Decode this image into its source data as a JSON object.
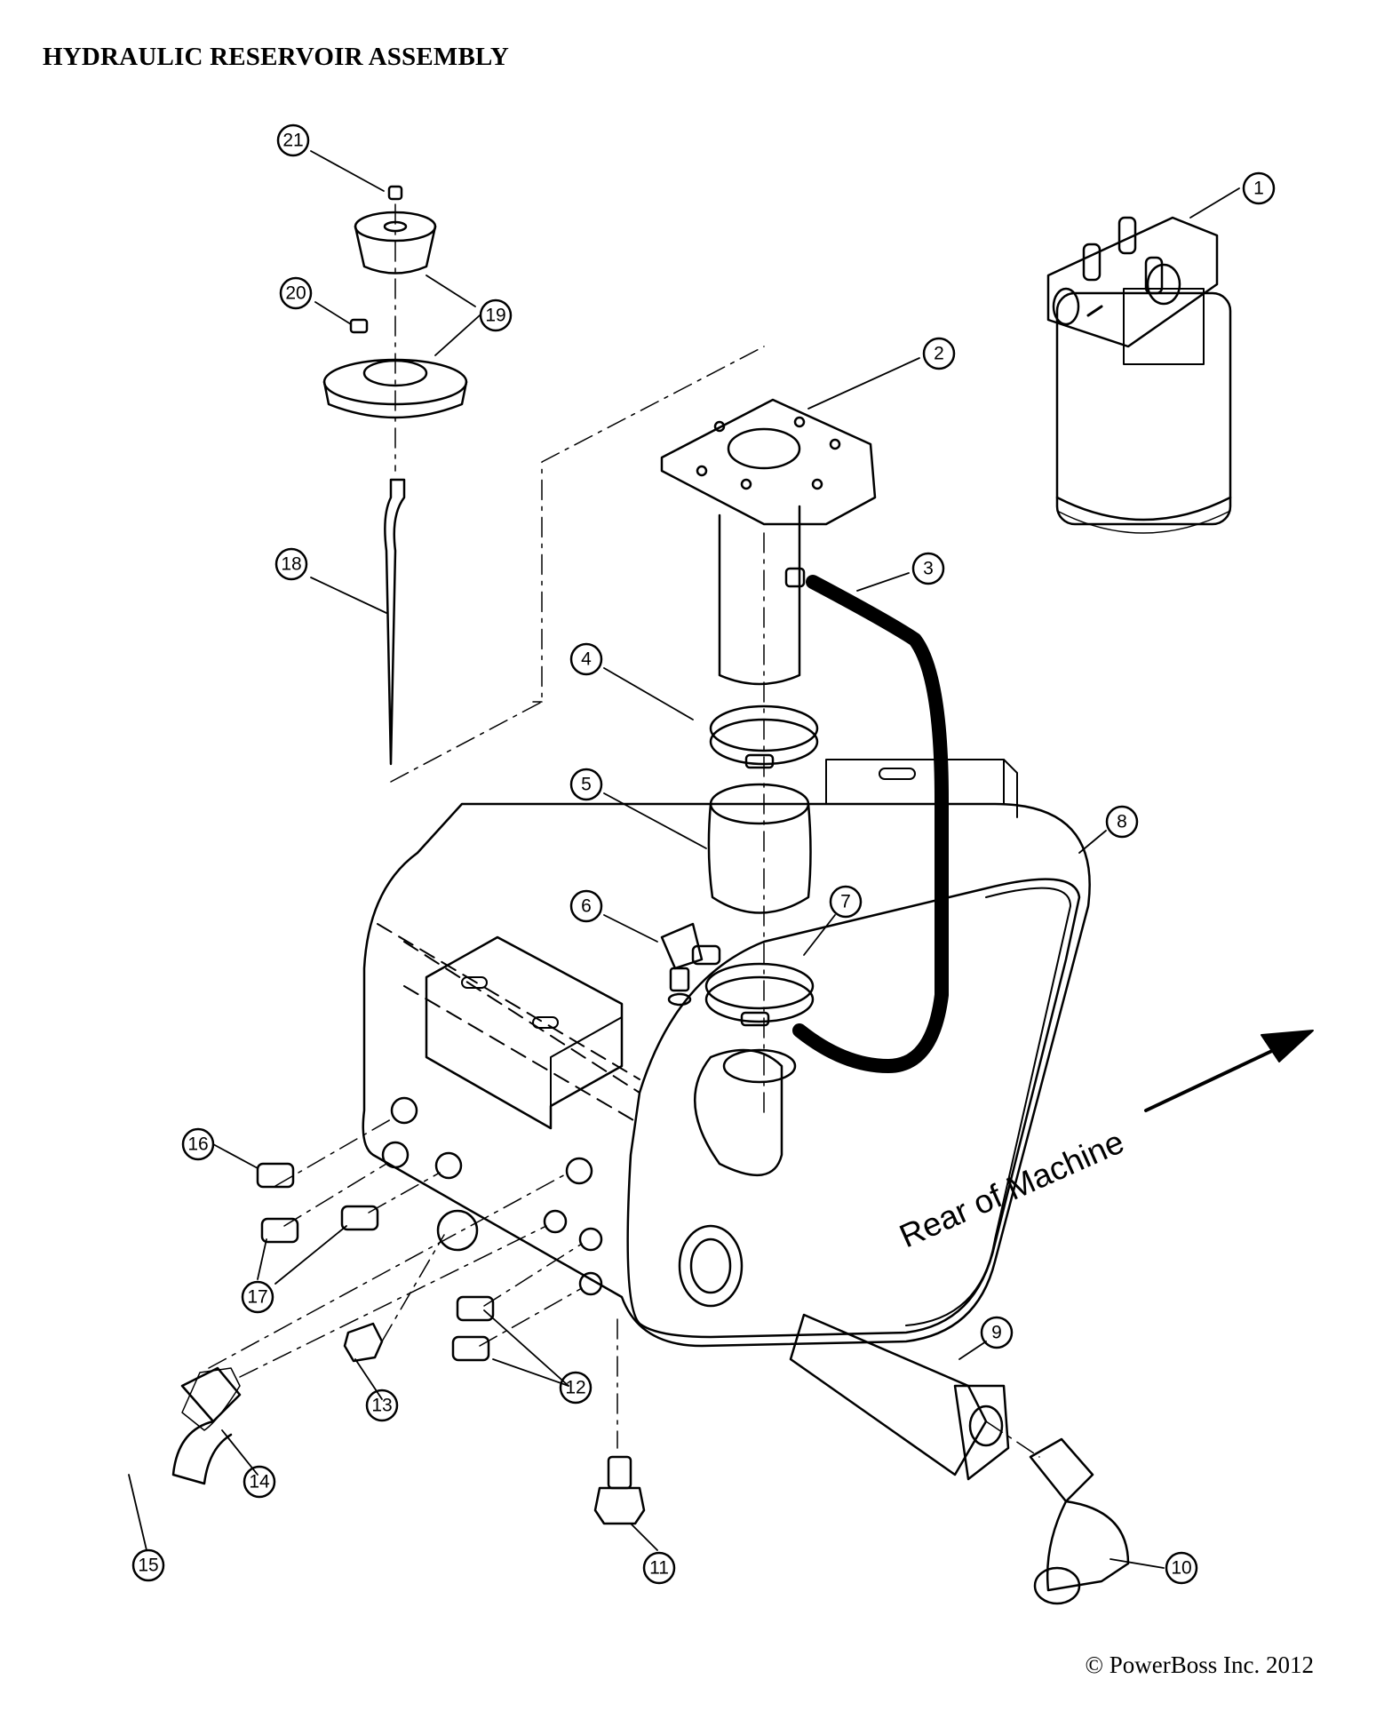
{
  "title": "HYDRAULIC RESERVOIR ASSEMBLY",
  "copyright": "© PowerBoss Inc. 2012",
  "direction_label": "Rear of Machine",
  "callouts": [
    "1",
    "2",
    "3",
    "4",
    "5",
    "6",
    "7",
    "8",
    "9",
    "10",
    "11",
    "12",
    "13",
    "14",
    "15",
    "16",
    "17",
    "18",
    "19",
    "20",
    "21"
  ],
  "colors": {
    "line": "#000000",
    "background": "#ffffff"
  }
}
